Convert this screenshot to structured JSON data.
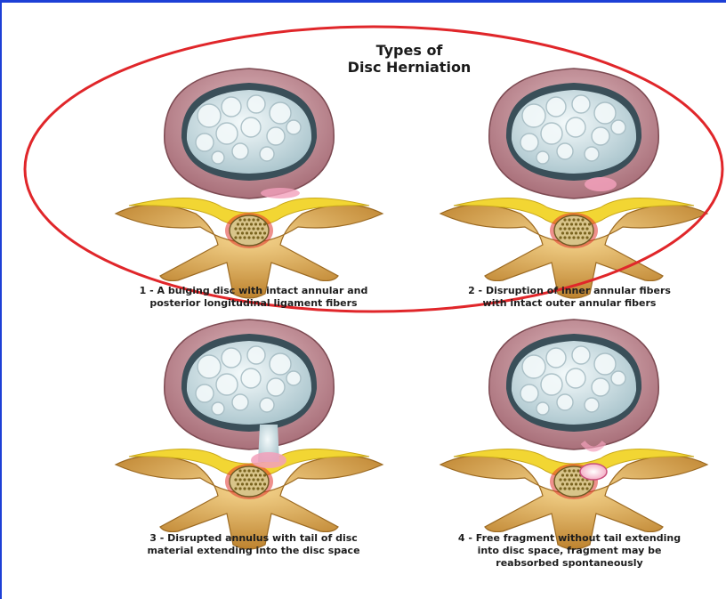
{
  "title": {
    "line1": "Types of",
    "line2": "Disc Herniation"
  },
  "panels": [
    {
      "line1": "1 - A bulging disc with intact annular and",
      "line2": "posterior longitudinal ligament fibers",
      "type": "bulge"
    },
    {
      "line1": "2 - Disruption of inner annular fibers",
      "line2": "with intact outer annular fibers",
      "type": "protrusion"
    },
    {
      "line1": "3 - Disrupted annulus with tail of disc",
      "line2": "material extending into the disc space",
      "type": "extrusion"
    },
    {
      "line1": "4 - Free fragment without tail extending",
      "line2": "into disc space, fragment may be",
      "line3": "reabsorbed  spontaneously",
      "type": "sequestration"
    }
  ],
  "colors": {
    "frame": "#1d3fd6",
    "annotation_ellipse": "#e0262a",
    "annulus": "#c9959c",
    "nucleus": "#cfe0e6",
    "vertebra": "#dca64a",
    "nerve": "#f2d633",
    "herniation": "#f2a0bb"
  }
}
